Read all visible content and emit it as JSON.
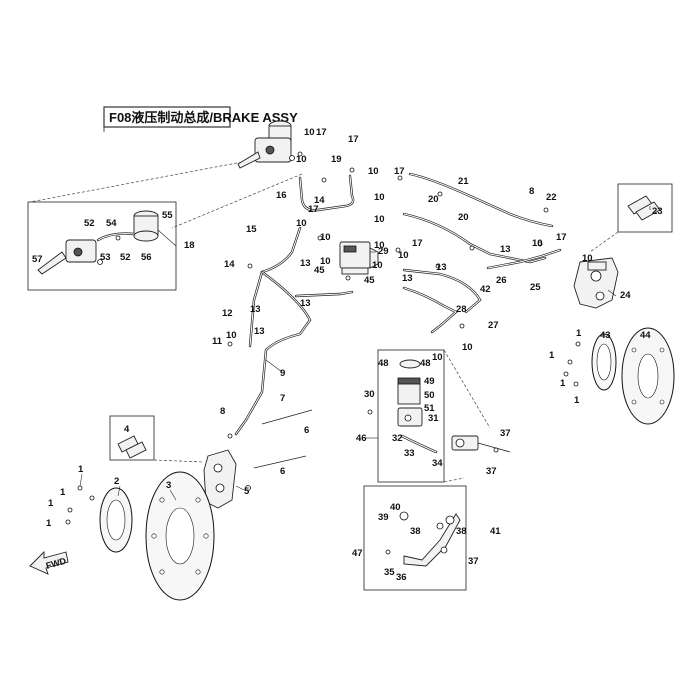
{
  "title": "F08液压制动总成/BRAKE ASSY",
  "fwd_label": "FWD",
  "callouts": [
    {
      "id": "c1a",
      "label": "1"
    },
    {
      "id": "c1b",
      "label": "1"
    },
    {
      "id": "c1c",
      "label": "1"
    },
    {
      "id": "c1d",
      "label": "1"
    },
    {
      "id": "c1e",
      "label": "1"
    },
    {
      "id": "c1f",
      "label": "1"
    },
    {
      "id": "c1g",
      "label": "1"
    },
    {
      "id": "c1h",
      "label": "1"
    },
    {
      "id": "c2",
      "label": "2"
    },
    {
      "id": "c3",
      "label": "3"
    },
    {
      "id": "c4",
      "label": "4"
    },
    {
      "id": "c5",
      "label": "5"
    },
    {
      "id": "c6a",
      "label": "6"
    },
    {
      "id": "c6b",
      "label": "6"
    },
    {
      "id": "c7",
      "label": "7"
    },
    {
      "id": "c8a",
      "label": "8"
    },
    {
      "id": "c8b",
      "label": "8"
    },
    {
      "id": "c9",
      "label": "9"
    },
    {
      "id": "c10a",
      "label": "10"
    },
    {
      "id": "c10b",
      "label": "10"
    },
    {
      "id": "c10c",
      "label": "10"
    },
    {
      "id": "c10d",
      "label": "10"
    },
    {
      "id": "c10e",
      "label": "10"
    },
    {
      "id": "c10f",
      "label": "10"
    },
    {
      "id": "c10g",
      "label": "10"
    },
    {
      "id": "c10h",
      "label": "10"
    },
    {
      "id": "c10i",
      "label": "10"
    },
    {
      "id": "c10j",
      "label": "10"
    },
    {
      "id": "c10k",
      "label": "10"
    },
    {
      "id": "c10l",
      "label": "10"
    },
    {
      "id": "c10m",
      "label": "10"
    },
    {
      "id": "c10n",
      "label": "10"
    },
    {
      "id": "c10o",
      "label": "10"
    },
    {
      "id": "c10p",
      "label": "10"
    },
    {
      "id": "c11",
      "label": "11"
    },
    {
      "id": "c12",
      "label": "12"
    },
    {
      "id": "c13a",
      "label": "13"
    },
    {
      "id": "c13b",
      "label": "13"
    },
    {
      "id": "c13c",
      "label": "13"
    },
    {
      "id": "c13d",
      "label": "13"
    },
    {
      "id": "c13e",
      "label": "13"
    },
    {
      "id": "c13f",
      "label": "13"
    },
    {
      "id": "c13g",
      "label": "13"
    },
    {
      "id": "c14a",
      "label": "14"
    },
    {
      "id": "c14b",
      "label": "14"
    },
    {
      "id": "c15",
      "label": "15"
    },
    {
      "id": "c16",
      "label": "16"
    },
    {
      "id": "c17a",
      "label": "17"
    },
    {
      "id": "c17b",
      "label": "17"
    },
    {
      "id": "c17c",
      "label": "17"
    },
    {
      "id": "c17d",
      "label": "17"
    },
    {
      "id": "c17e",
      "label": "17"
    },
    {
      "id": "c17f",
      "label": "17"
    },
    {
      "id": "c18",
      "label": "18"
    },
    {
      "id": "c19",
      "label": "19"
    },
    {
      "id": "c20a",
      "label": "20"
    },
    {
      "id": "c20b",
      "label": "20"
    },
    {
      "id": "c21",
      "label": "21"
    },
    {
      "id": "c22",
      "label": "22"
    },
    {
      "id": "c23",
      "label": "23"
    },
    {
      "id": "c24",
      "label": "24"
    },
    {
      "id": "c25",
      "label": "25"
    },
    {
      "id": "c26",
      "label": "26"
    },
    {
      "id": "c27",
      "label": "27"
    },
    {
      "id": "c28",
      "label": "28"
    },
    {
      "id": "c29",
      "label": "29"
    },
    {
      "id": "c30",
      "label": "30"
    },
    {
      "id": "c31",
      "label": "31"
    },
    {
      "id": "c32",
      "label": "32"
    },
    {
      "id": "c33",
      "label": "33"
    },
    {
      "id": "c34",
      "label": "34"
    },
    {
      "id": "c35",
      "label": "35"
    },
    {
      "id": "c36",
      "label": "36"
    },
    {
      "id": "c37a",
      "label": "37"
    },
    {
      "id": "c37b",
      "label": "37"
    },
    {
      "id": "c37c",
      "label": "37"
    },
    {
      "id": "c38a",
      "label": "38"
    },
    {
      "id": "c38b",
      "label": "38"
    },
    {
      "id": "c39",
      "label": "39"
    },
    {
      "id": "c40",
      "label": "40"
    },
    {
      "id": "c41",
      "label": "41"
    },
    {
      "id": "c42",
      "label": "42"
    },
    {
      "id": "c43",
      "label": "43"
    },
    {
      "id": "c44",
      "label": "44"
    },
    {
      "id": "c45a",
      "label": "45"
    },
    {
      "id": "c45b",
      "label": "45"
    },
    {
      "id": "c46",
      "label": "46"
    },
    {
      "id": "c47",
      "label": "47"
    },
    {
      "id": "c48a",
      "label": "48"
    },
    {
      "id": "c48b",
      "label": "48"
    },
    {
      "id": "c49",
      "label": "49"
    },
    {
      "id": "c50",
      "label": "50"
    },
    {
      "id": "c51",
      "label": "51"
    },
    {
      "id": "c52a",
      "label": "52"
    },
    {
      "id": "c52b",
      "label": "52"
    },
    {
      "id": "c53",
      "label": "53"
    },
    {
      "id": "c54",
      "label": "54"
    },
    {
      "id": "c55",
      "label": "55"
    },
    {
      "id": "c56",
      "label": "56"
    },
    {
      "id": "c57",
      "label": "57"
    }
  ]
}
